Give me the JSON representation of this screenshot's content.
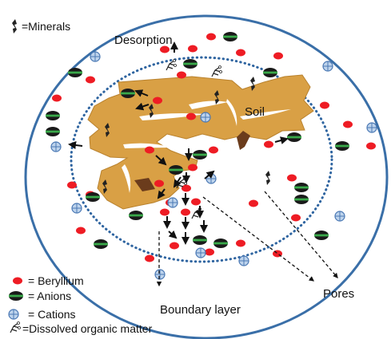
{
  "labels": {
    "desorption": "Desorption",
    "soil": "Soil",
    "boundary_layer": "Boundary layer",
    "pores": "Pores"
  },
  "legend": {
    "minerals": "=Minerals",
    "beryllium": "= Beryllium",
    "anions": "= Anions",
    "cations": "= Cations",
    "dom": "=Dissolved organic matter"
  },
  "colors": {
    "outer_ring": "#3a6fa8",
    "boundary": "#2e64a0",
    "soil": "#d9a045",
    "soil_stroke": "#b9822e",
    "beryllium": "#ee1c24",
    "anion": "#1a1a1a",
    "anion_band": "#3aa94a",
    "cation": "#bdd3ec",
    "cation_stroke": "#4a78b4",
    "mineral": "#222222",
    "crack": "#6b3c1c"
  },
  "icons": {
    "beryllium": "red-dot-icon",
    "anion": "black-green-ellipse-icon",
    "cation": "blue-cross-circle-icon",
    "mineral": "mineral-shard-icon",
    "dom": "organic-matter-icon"
  }
}
